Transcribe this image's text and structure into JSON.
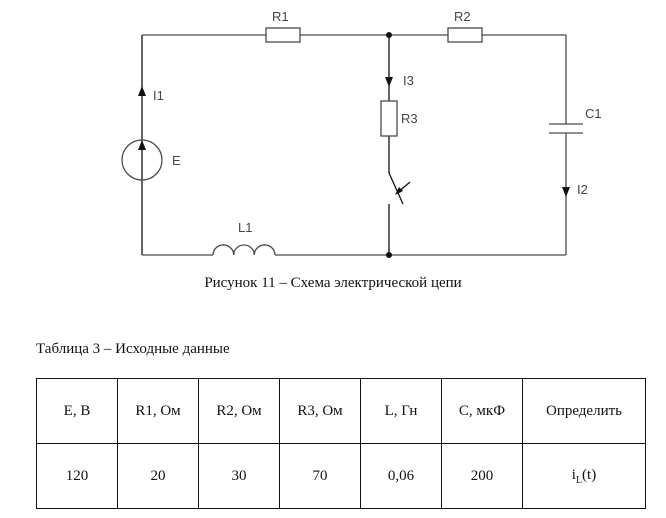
{
  "figure": {
    "caption": "Рисунок 11 – Схема электрической цепи",
    "labels": {
      "R1": "R1",
      "R2": "R2",
      "R3": "R3",
      "C1": "C1",
      "L1": "L1",
      "E": "E",
      "I1": "I1",
      "I2": "I2",
      "I3": "I3"
    }
  },
  "table": {
    "title": "Таблица 3 – Исходные данные",
    "headers": [
      "E, В",
      "R1, Ом",
      "R2, Ом",
      "R3, Ом",
      "L, Гн",
      "С, мкФ",
      "Определить"
    ],
    "rows": [
      [
        "120",
        "20",
        "30",
        "70",
        "0,06",
        "200",
        "iL(t)"
      ]
    ],
    "target": {
      "base": "i",
      "subscript": "L",
      "suffix": "(t)"
    }
  }
}
